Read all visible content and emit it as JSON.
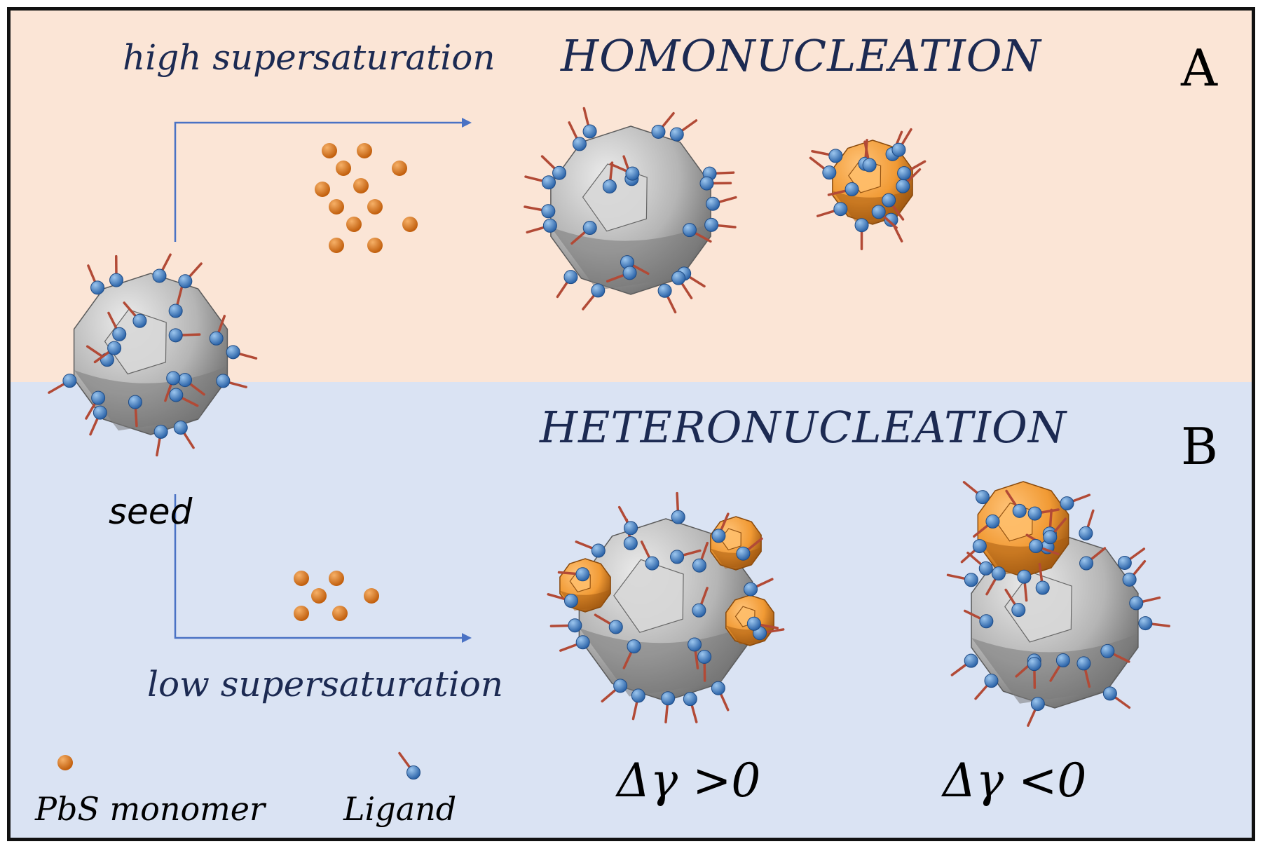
{
  "colors": {
    "panel_a_bg": "#fbe5d6",
    "panel_b_bg": "#dae3f3",
    "arrow": "#4a72c4",
    "text": "#1c2a52",
    "monomer": "#e07a1e",
    "ligand_head": "#3c7fc6",
    "ligand_tail": "#b24a36",
    "seed_gray": "#a0a0a0",
    "nucleus_orange": "#f4a23e"
  },
  "panel_a": {
    "label": "A",
    "title": "HOMONUCLEATION",
    "condition": "high supersaturation"
  },
  "panel_b": {
    "label": "B",
    "title": "HETERONUCLEATION",
    "condition": "low supersaturation",
    "case_positive": "Δγ >0",
    "case_negative": "Δγ <0"
  },
  "seed_label": "seed",
  "legend": {
    "monomer": "PbS monomer",
    "ligand": "Ligand"
  },
  "icons": [
    "monomer-dot-icon",
    "ligand-icon",
    "seed-particle-icon",
    "nucleus-particle-icon",
    "arrow-icon"
  ]
}
